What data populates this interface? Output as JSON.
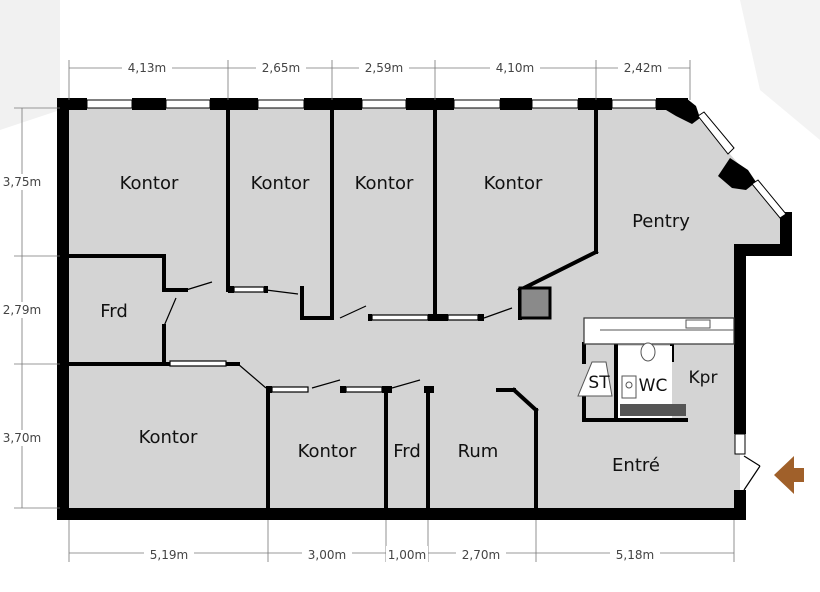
{
  "rooms": {
    "kontor_1": "Kontor",
    "kontor_2": "Kontor",
    "kontor_3": "Kontor",
    "kontor_4": "Kontor",
    "pentry": "Pentry",
    "frd_1": "Frd",
    "kontor_5": "Kontor",
    "kontor_6": "Kontor",
    "frd_2": "Frd",
    "rum": "Rum",
    "entre": "Entré",
    "st": "ST",
    "wc": "WC",
    "kpr": "Kpr"
  },
  "dimensions": {
    "top": [
      "4,13m",
      "2,65m",
      "2,59m",
      "4,10m",
      "2,42m"
    ],
    "left": [
      "3,75m",
      "2,79m",
      "3,70m"
    ],
    "bottom": [
      "5,19m",
      "3,00m",
      "1,00m",
      "2,70m",
      "5,18m"
    ]
  },
  "colors": {
    "floor": "#d4d4d4",
    "wall": "#000000",
    "entrance_arrow": "#a0602a"
  },
  "icons": {
    "entrance": "entrance-arrow-icon",
    "toilet": "toilet-icon",
    "sink": "sink-icon"
  }
}
